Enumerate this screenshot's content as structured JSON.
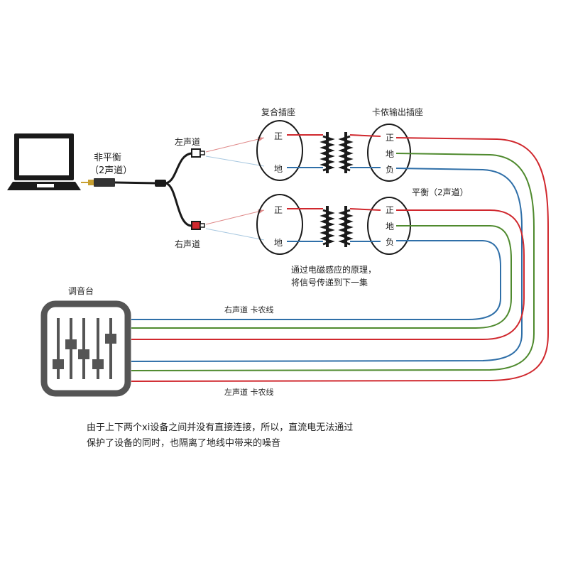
{
  "labels": {
    "unbalanced": "非平衡",
    "two_channel": "（2声道）",
    "left_channel": "左声道",
    "right_channel": "右声道",
    "combo_jack": "复合插座",
    "xlr_out_jack": "卡侬输出插座",
    "balanced": "平衡（2声道）",
    "pin_positive": "正",
    "pin_ground": "地",
    "pin_negative": "负",
    "induction_note_1": "通过电磁感应的原理，",
    "induction_note_2": "将信号传递到下一集",
    "mixer": "调音台",
    "right_xlr_line": "右声道 卡农线",
    "left_xlr_line": "左声道 卡农线",
    "footer_line_1": "由于上下两个xi设备之间并没有直接连接，所以，直流电无法通过",
    "footer_line_2": "保护了设备的同时，也隔离了地线中带来的噪音"
  },
  "colors": {
    "red_wire": "#d0282e",
    "green_wire": "#4f8a2e",
    "blue_wire": "#2f6fa8",
    "dark": "#1a1a1a",
    "mixer_gray": "#555555"
  }
}
